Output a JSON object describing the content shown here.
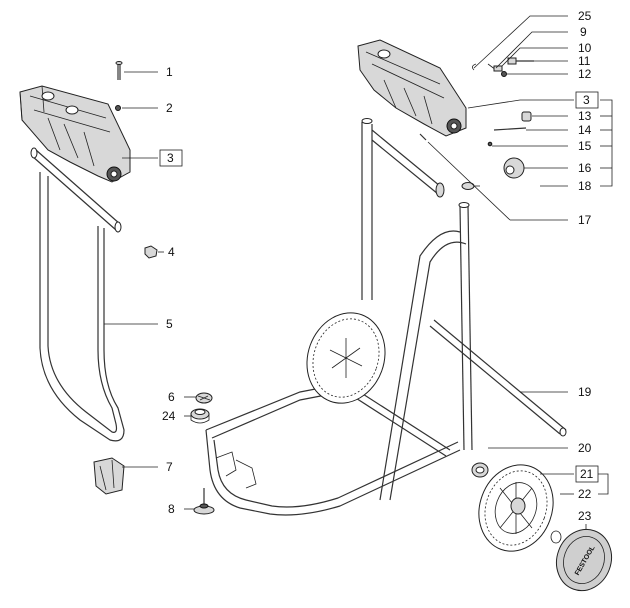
{
  "callouts": {
    "c1": "1",
    "c2": "2",
    "c3a": "3",
    "c4": "4",
    "c5": "5",
    "c6": "6",
    "c24": "24",
    "c7": "7",
    "c8": "8",
    "c25": "25",
    "c9": "9",
    "c10": "10",
    "c11": "11",
    "c12": "12",
    "c3b": "3",
    "c13": "13",
    "c14": "14",
    "c15": "15",
    "c16": "16",
    "c18": "18",
    "c17": "17",
    "c19": "19",
    "c20": "20",
    "c21": "21",
    "c22": "22",
    "c23": "23"
  },
  "hubcap_logo": "FESTOOL"
}
